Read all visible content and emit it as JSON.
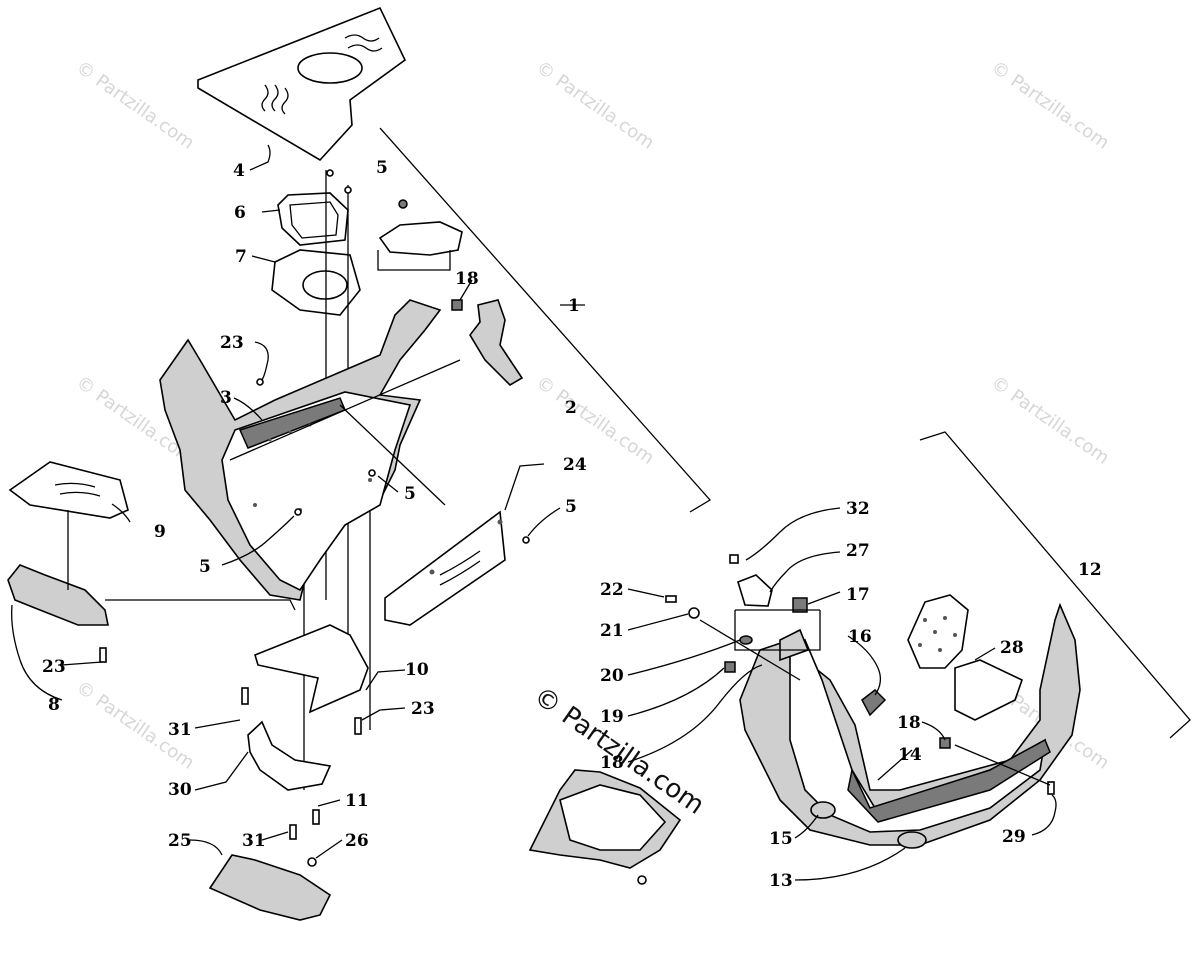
{
  "watermark_text": "© Partzilla.com",
  "callouts": [
    {
      "id": "1",
      "text": "1"
    },
    {
      "id": "2",
      "text": "2"
    },
    {
      "id": "3",
      "text": "3"
    },
    {
      "id": "4",
      "text": "4"
    },
    {
      "id": "5a",
      "text": "5"
    },
    {
      "id": "5b",
      "text": "5"
    },
    {
      "id": "5c",
      "text": "5"
    },
    {
      "id": "5d",
      "text": "5"
    },
    {
      "id": "6",
      "text": "6"
    },
    {
      "id": "7",
      "text": "7"
    },
    {
      "id": "8",
      "text": "8"
    },
    {
      "id": "9",
      "text": "9"
    },
    {
      "id": "10",
      "text": "10"
    },
    {
      "id": "11",
      "text": "11"
    },
    {
      "id": "12",
      "text": "12"
    },
    {
      "id": "13",
      "text": "13"
    },
    {
      "id": "14",
      "text": "14"
    },
    {
      "id": "15",
      "text": "15"
    },
    {
      "id": "16",
      "text": "16"
    },
    {
      "id": "17",
      "text": "17"
    },
    {
      "id": "18a",
      "text": "18"
    },
    {
      "id": "18b",
      "text": "18"
    },
    {
      "id": "18c",
      "text": "18"
    },
    {
      "id": "19",
      "text": "19"
    },
    {
      "id": "20",
      "text": "20"
    },
    {
      "id": "21",
      "text": "21"
    },
    {
      "id": "22",
      "text": "22"
    },
    {
      "id": "23a",
      "text": "23"
    },
    {
      "id": "23b",
      "text": "23"
    },
    {
      "id": "23c",
      "text": "23"
    },
    {
      "id": "24",
      "text": "24"
    },
    {
      "id": "25",
      "text": "25"
    },
    {
      "id": "26",
      "text": "26"
    },
    {
      "id": "27",
      "text": "27"
    },
    {
      "id": "28",
      "text": "28"
    },
    {
      "id": "29",
      "text": "29"
    },
    {
      "id": "30",
      "text": "30"
    },
    {
      "id": "31a",
      "text": "31"
    },
    {
      "id": "31b",
      "text": "31"
    },
    {
      "id": "32",
      "text": "32"
    }
  ]
}
